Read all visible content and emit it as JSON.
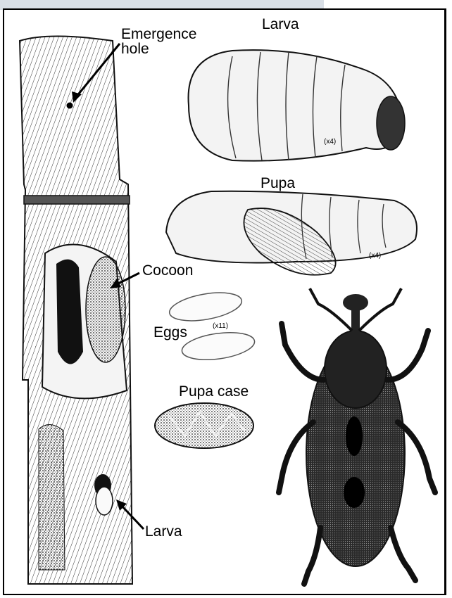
{
  "figure": {
    "labels": {
      "emergence_hole_line1": "Emergence",
      "emergence_hole_line2": "hole",
      "larva_top": "Larva",
      "pupa": "Pupa",
      "cocoon": "Cocoon",
      "eggs": "Eggs",
      "pupa_case": "Pupa case",
      "larva_stem": "Larva"
    },
    "magnifications": {
      "larva": "(x4)",
      "pupa": "(x4)",
      "eggs": "(x11)"
    },
    "colors": {
      "frame": "#000000",
      "ink": "#1a1a1a",
      "top_band": "#d9dfe6"
    }
  }
}
